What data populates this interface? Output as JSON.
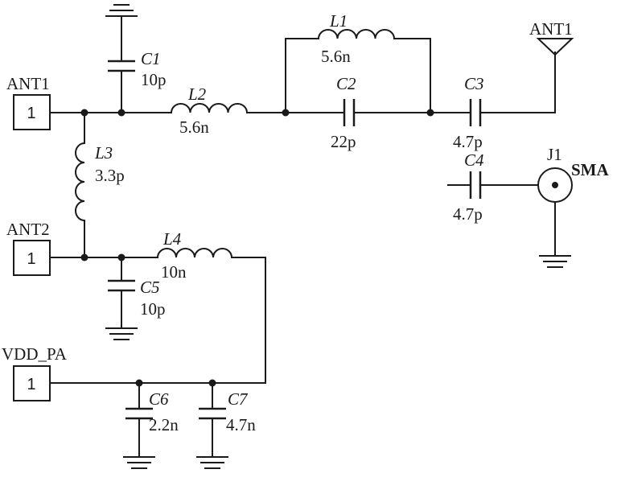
{
  "ports": {
    "ant1": {
      "name": "ANT1",
      "pin": "1"
    },
    "ant2": {
      "name": "ANT2",
      "pin": "1"
    },
    "vdd": {
      "name": "VDD_PA",
      "pin": "1"
    }
  },
  "antenna_label": "ANT1",
  "connector": {
    "ref": "J1",
    "type": "SMA"
  },
  "components": {
    "C1": {
      "ref": "C1",
      "value": "10p"
    },
    "C2": {
      "ref": "C2",
      "value": "22p"
    },
    "C3": {
      "ref": "C3",
      "value": "4.7p"
    },
    "C4": {
      "ref": "C4",
      "value": "4.7p"
    },
    "C5": {
      "ref": "C5",
      "value": "10p"
    },
    "C6": {
      "ref": "C6",
      "value": "2.2n"
    },
    "C7": {
      "ref": "C7",
      "value": "4.7n"
    },
    "L1": {
      "ref": "L1",
      "value": "5.6n"
    },
    "L2": {
      "ref": "L2",
      "value": "5.6n"
    },
    "L3": {
      "ref": "L3",
      "value": "3.3p"
    },
    "L4": {
      "ref": "L4",
      "value": "10n"
    }
  }
}
